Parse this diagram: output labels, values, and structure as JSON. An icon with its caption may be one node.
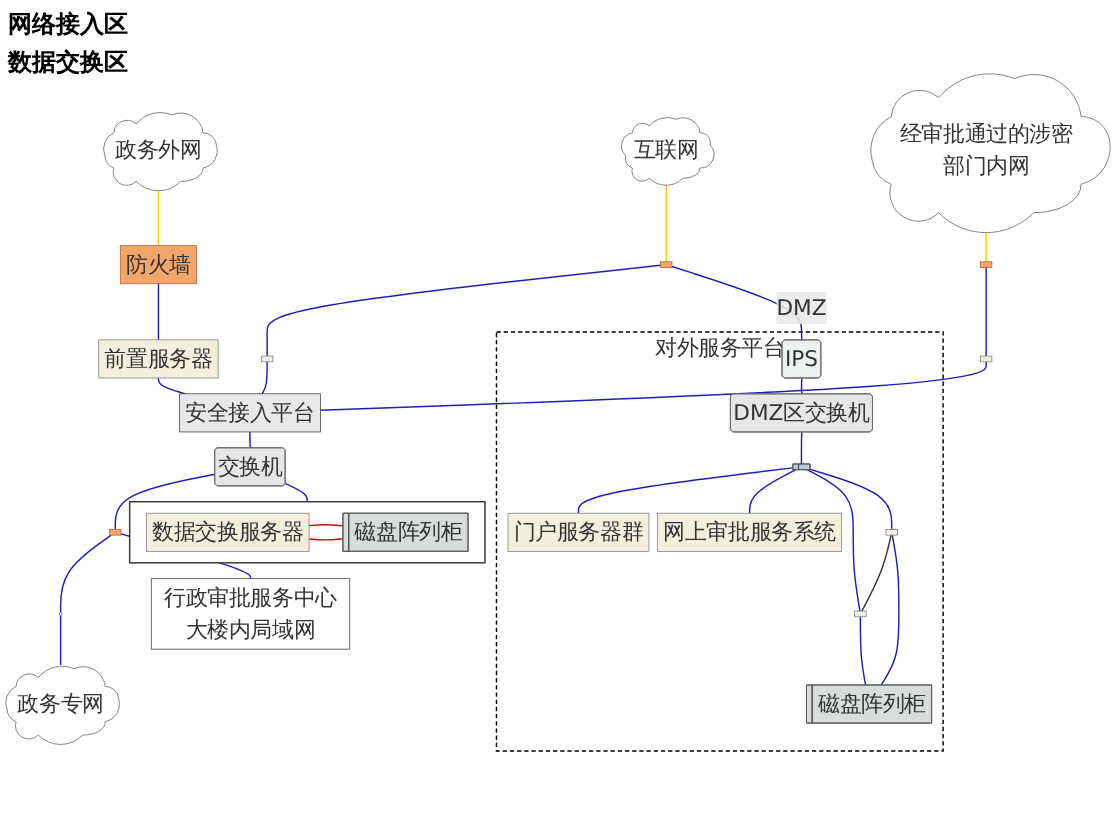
{
  "diagram": {
    "nodes": [
      {
        "text": [
          "政务外网"
        ]
      },
      {
        "text": [
          "防火墙"
        ]
      },
      {
        "text": [
          "前置服务器"
        ]
      },
      {
        "text": [
          "经审批通过的涉密部门内网"
        ]
      },
      {
        "text": [],
        "shape": "box"
      },
      {
        "text": [],
        "shape": "box"
      },
      {
        "text": [
          "互联网"
        ]
      },
      {
        "text": [],
        "shape": "box"
      },
      {
        "text": [],
        "shape": "box"
      },
      {
        "text": [
          "对外服务平台"
        ]
      },
      {
        "text": [
          "IPS"
        ],
        "in": 9
      },
      {
        "text": [
          "DMZ区交换机"
        ],
        "in": 9
      },
      {
        "text": [],
        "shape": "bar",
        "in": 9
      },
      {
        "text": [
          "门户服务器群"
        ],
        "in": 9
      },
      {
        "text": [
          "网上审批服务系统"
        ],
        "in": 9
      },
      {
        "text": [],
        "shape": "box",
        "in": 9
      },
      {
        "text": [],
        "shape": "box",
        "in": 9
      },
      {
        "text": [
          "磁盘阵列柜"
        ],
        "in": 9
      },
      {
        "text": [
          "安全接入平台"
        ]
      },
      {
        "text": [
          "交换机"
        ]
      },
      {
        "text": [],
        "shape": "box"
      },
      {
        "text": [
          "数据交换服务器"
        ],
        "in": 20
      },
      {
        "text": [
          "磁盘阵列柜"
        ],
        "in": 20
      },
      {
        "text": [],
        "shape": "box"
      },
      {
        "text": [],
        "shape": "circle"
      },
      {
        "text": [
          "政务专网"
        ]
      },
      {
        "text": [
          "行政审批服务中心大楼内局域网"
        ]
      }
    ],
    "edges": [
      {
        "from": 0,
        "to": 1,
        "arrow": "none",
        "color": "#e8d800"
      },
      {
        "from": 1,
        "to": 2,
        "arrow": "none"
      },
      {
        "from": 2,
        "to": 18,
        "arrow": "none"
      },
      {
        "from": 3,
        "to": 4,
        "arrow": "none",
        "color": "#e8d800"
      },
      {
        "from": 4,
        "to": 5,
        "arrow": "none"
      },
      {
        "from": 5,
        "to": 18,
        "arrow": "none"
      },
      {
        "from": 6,
        "to": 7,
        "arrow": "none",
        "color": "#e8d800"
      },
      {
        "from": 7,
        "to": 8,
        "arrow": "none"
      },
      {
        "from": 8,
        "to": 18,
        "arrow": "none"
      },
      {
        "from": 7,
        "to": 10,
        "arrow": "none",
        "label": "DMZ"
      },
      {
        "from": 10,
        "to": 11,
        "arrow": "none"
      },
      {
        "from": 11,
        "to": 12,
        "arrow": "none"
      },
      {
        "from": 12,
        "to": 13,
        "arrow": "none"
      },
      {
        "from": 12,
        "to": 14,
        "arrow": "none"
      },
      {
        "from": 12,
        "to": 15,
        "arrow": "none"
      },
      {
        "from": 12,
        "to": 16,
        "arrow": "none"
      },
      {
        "from": 15,
        "to": 16,
        "arrow": "none",
        "color": "#333333"
      },
      {
        "from": 15,
        "to": 17,
        "arrow": "none"
      },
      {
        "from": 16,
        "to": 17,
        "arrow": "none"
      },
      {
        "from": 18,
        "to": 19,
        "arrow": "none"
      },
      {
        "from": 19,
        "to": 20,
        "arrow": "none"
      },
      {
        "from": 21,
        "to": 22,
        "arrow": "none",
        "color": "#d00000"
      },
      {
        "from": 21,
        "to": 22,
        "arrow": "none",
        "color": "#d00000"
      },
      {
        "from": 19,
        "to": 23,
        "arrow": "none"
      },
      {
        "from": 23,
        "to": 24,
        "arrow": "none"
      },
      {
        "from": 24,
        "to": 25,
        "arrow": "none"
      },
      {
        "from": 23,
        "to": 26,
        "arrow": "none"
      }
    ],
    "labels": [
      "网络接入区",
      "数据交换区"
    ]
  }
}
